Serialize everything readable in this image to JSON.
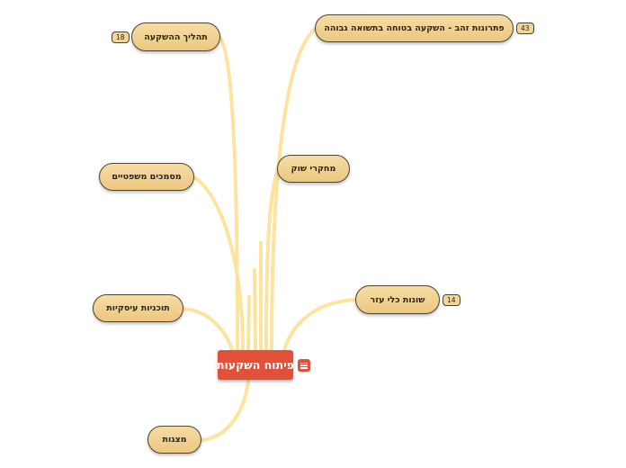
{
  "root": {
    "label": "פיתוח השקעות"
  },
  "nodes": [
    {
      "label": "תהליך ההשקעה",
      "badge": "18"
    },
    {
      "label": "פתרונות זהב - השקעה בטוחה בתשואה  גבוהה",
      "badge": "43"
    },
    {
      "label": "מחקרי שוק"
    },
    {
      "label": "מסמכים משפטיים"
    },
    {
      "label": "שונות כלי עזר",
      "badge": "14"
    },
    {
      "label": "תוכניות עיסקיות"
    },
    {
      "label": "מצגות"
    }
  ],
  "colors": {
    "link": "#fde3a0",
    "root": "#e1513a",
    "node_fill": "#f2d294",
    "node_border": "#4a4336"
  },
  "icons": {
    "root_menu": "menu-icon"
  }
}
